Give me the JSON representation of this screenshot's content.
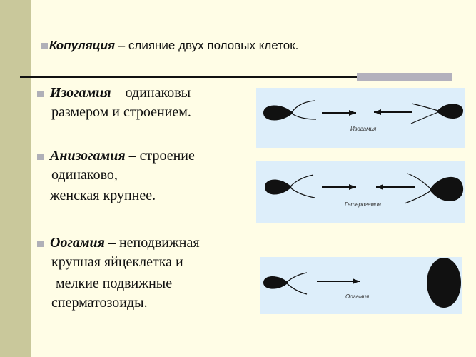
{
  "title": {
    "term": "Копуляция",
    "rest": " – слияние двух половых клеток."
  },
  "bullets": [
    {
      "term": "Изогамия",
      "lines": [
        " – одинаковы",
        "размером и строением."
      ]
    },
    {
      "term": "Анизогамия",
      "lines": [
        " – строение",
        "одинаково,",
        "женская крупнее."
      ]
    },
    {
      "term": "Оогамия",
      "lines": [
        " – неподвижная",
        "крупная яйцеклетка и",
        "мелкие подвижные",
        "сперматозоиды."
      ]
    }
  ],
  "figures": [
    {
      "caption": "Изогамия"
    },
    {
      "caption": "Гетерогамия"
    },
    {
      "caption": "Оогамия"
    }
  ]
}
